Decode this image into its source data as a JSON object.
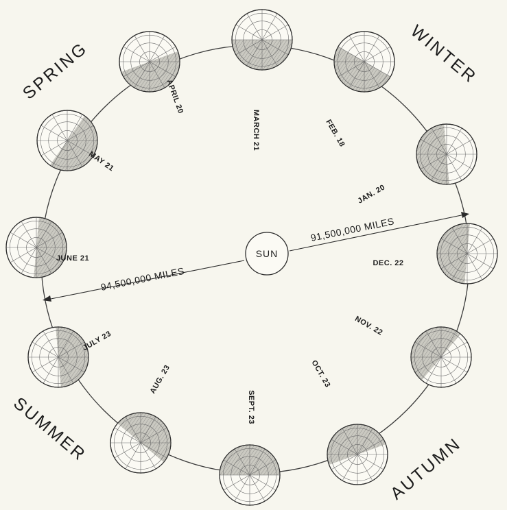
{
  "sun_label": "SUN",
  "seasons": {
    "spring": "SPRING",
    "winter": "WINTER",
    "summer": "SUMMER",
    "autumn": "AUTUMN"
  },
  "distances": {
    "far": "94,500,000 MILES",
    "near": "91,500,000 MILES"
  },
  "positions": [
    {
      "date": "MARCH 21"
    },
    {
      "date": "FEB. 18"
    },
    {
      "date": "JAN. 20"
    },
    {
      "date": "DEC. 22"
    },
    {
      "date": "NOV. 22"
    },
    {
      "date": "OCT. 23"
    },
    {
      "date": "SEPT. 23"
    },
    {
      "date": "AUG. 23"
    },
    {
      "date": "JULY 23"
    },
    {
      "date": "JUNE 21"
    },
    {
      "date": "MAY 21"
    },
    {
      "date": "APRIL 20"
    }
  ]
}
